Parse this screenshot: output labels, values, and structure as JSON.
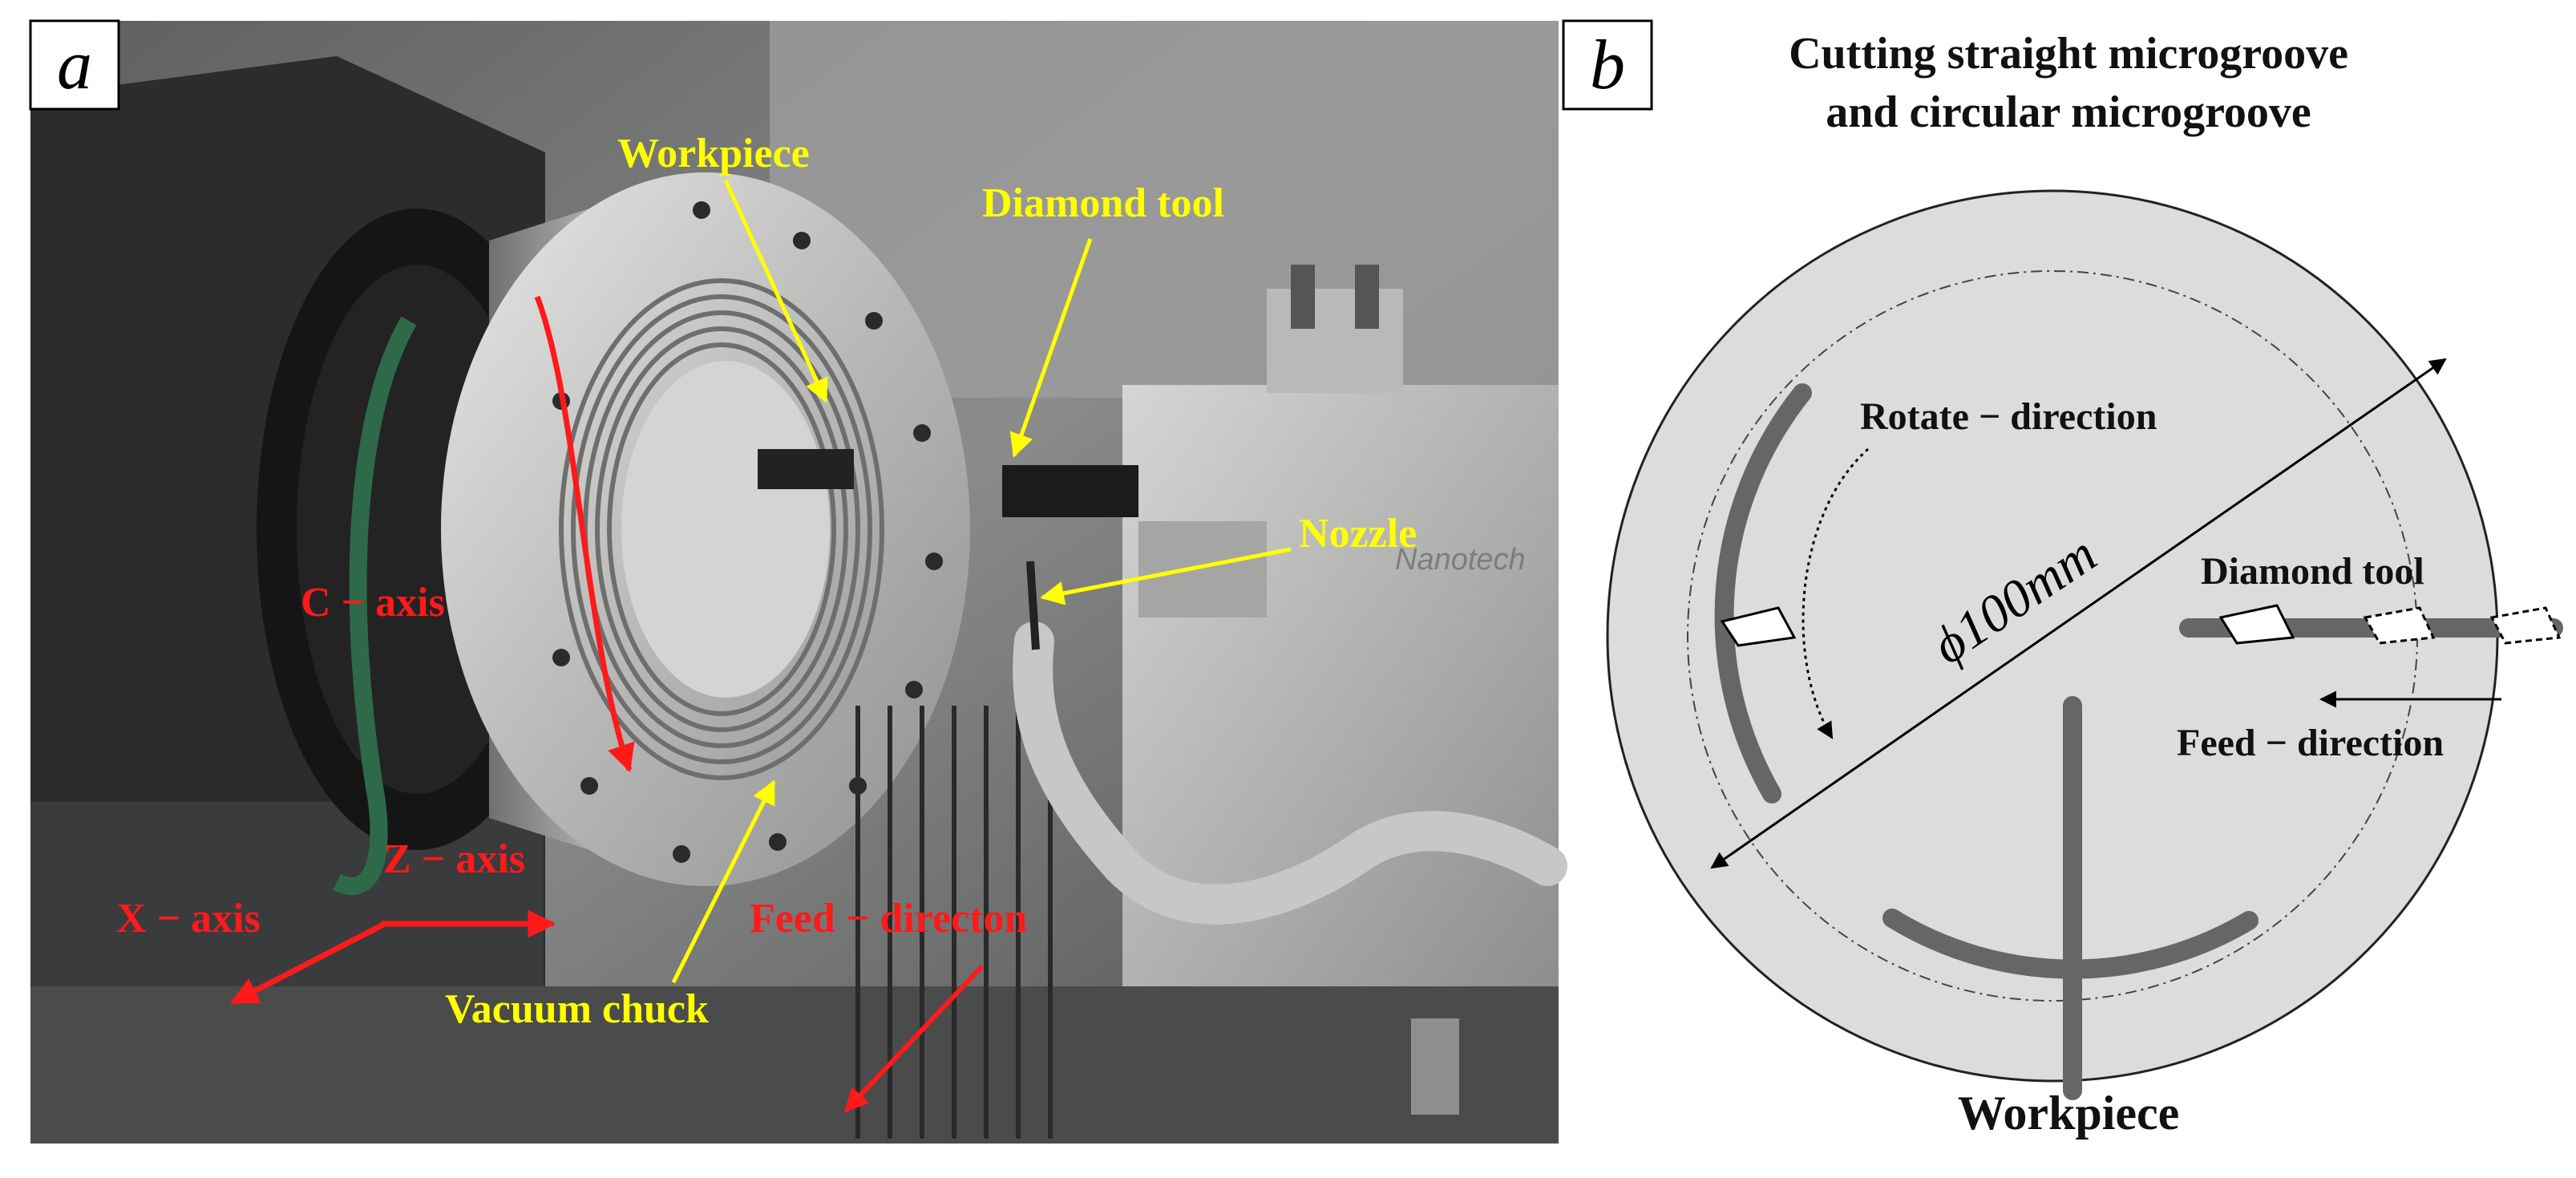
{
  "panels": {
    "a": {
      "letter": "a"
    },
    "b": {
      "letter": "b"
    }
  },
  "photo": {
    "labels": {
      "workpiece": "Workpiece",
      "diamond_tool": "Diamond tool",
      "nozzle": "Nozzle",
      "c_axis": "C − axis",
      "z_axis": "Z − axis",
      "x_axis": "X − axis",
      "feed": "Feed − directon",
      "vacuum_chuck": "Vacuum chuck",
      "brand": "Nanotech"
    },
    "colors": {
      "yellow": "#ffff00",
      "red": "#ff1a1a"
    }
  },
  "schematic": {
    "title_line1": "Cutting straight microgroove",
    "title_line2": "and circular microgroove",
    "rotate_label": "Rotate − direction",
    "diameter_symbol": "ϕ",
    "diameter_value": "100",
    "diameter_unit": "mm",
    "tool_label": "Diamond tool",
    "feed_label": "Feed − direction",
    "workpiece_label": "Workpiece",
    "colors": {
      "disk": "#dcdcdc",
      "groove": "#666666"
    }
  }
}
